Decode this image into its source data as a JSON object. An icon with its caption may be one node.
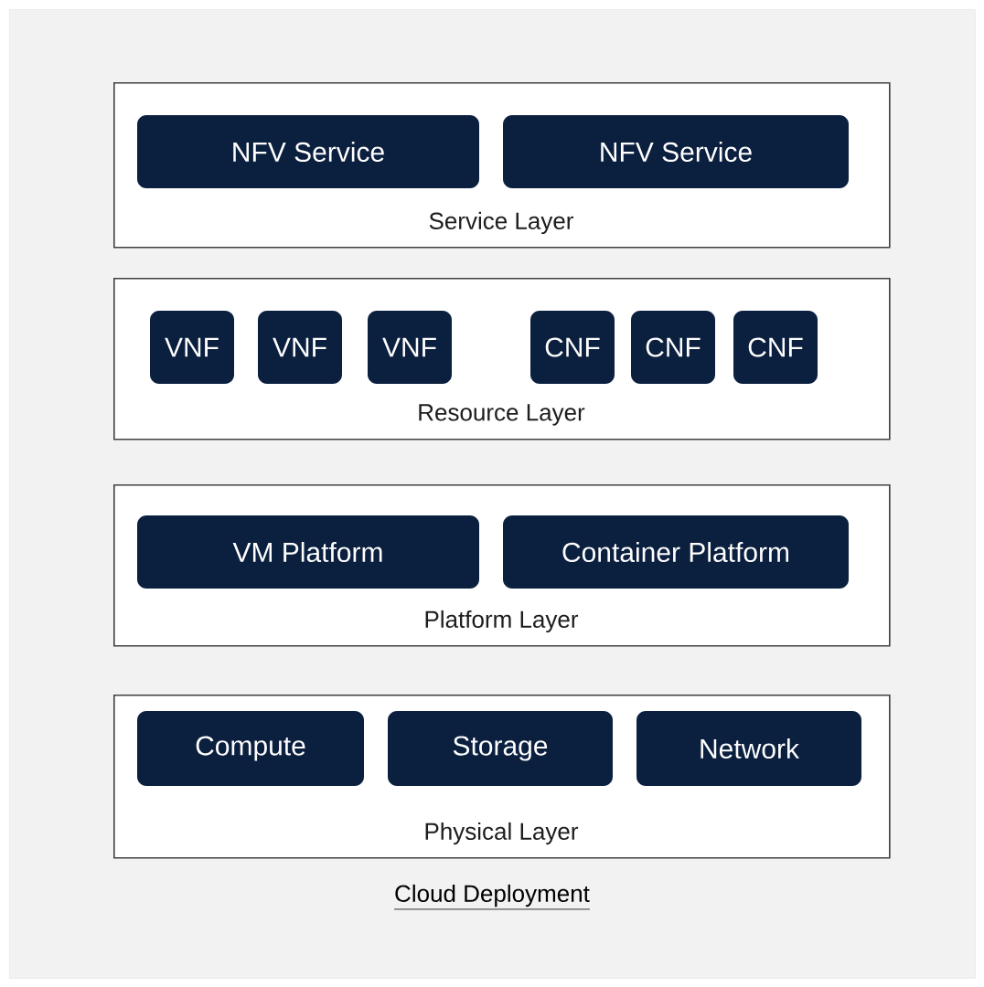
{
  "diagram": {
    "nodes": [
      {
        "text": [
          "Cloud Deployment"
        ]
      },
      {
        "text": [
          "Service Layer"
        ],
        "in": 0
      },
      {
        "text": [
          "NFV Service"
        ],
        "in": 1
      },
      {
        "text": [
          "NFV Service"
        ],
        "in": 1
      },
      {
        "text": [
          "Resource Layer"
        ],
        "in": 0
      },
      {
        "text": [
          "VNF"
        ],
        "in": 4
      },
      {
        "text": [
          "VNF"
        ],
        "in": 4
      },
      {
        "text": [
          "VNF"
        ],
        "in": 4
      },
      {
        "text": [
          "CNF"
        ],
        "in": 4
      },
      {
        "text": [
          "CNF"
        ],
        "in": 4
      },
      {
        "text": [
          "CNF"
        ],
        "in": 4
      },
      {
        "text": [
          "Platform Layer"
        ],
        "in": 0
      },
      {
        "text": [
          "VM Platform"
        ],
        "in": 11
      },
      {
        "text": [
          "Container Platform"
        ],
        "in": 11
      },
      {
        "text": [
          "Physical Layer"
        ],
        "in": 0
      },
      {
        "text": [
          "Compute"
        ],
        "in": 14
      },
      {
        "text": [
          "Storage"
        ],
        "in": 14
      },
      {
        "text": [
          "Network"
        ],
        "in": 14
      }
    ]
  }
}
